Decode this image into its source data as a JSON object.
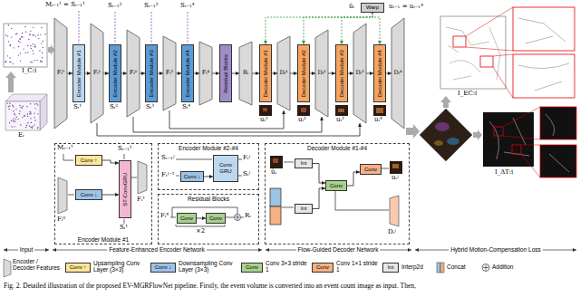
{
  "diagram": {
    "caption": "Fig. 2. Detailed illustration of the proposed EV-MGRFlowNet pipeline. Firstly, the event volume is converted into an event count image as input. Then,",
    "nodes": [
      {
        "text": [
          "Fᵢ⁰"
        ]
      },
      {
        "text": [
          "Encoder Module #1"
        ]
      },
      {
        "text": [
          "Fᵢ¹"
        ]
      },
      {
        "text": [
          "Encoder Module #2"
        ]
      },
      {
        "text": [
          "Fᵢ²"
        ]
      },
      {
        "text": [
          "Encoder Module #3"
        ]
      },
      {
        "text": [
          "Fᵢ³"
        ]
      },
      {
        "text": [
          "Encoder Module #4"
        ]
      },
      {
        "text": [
          "Fᵢ⁴"
        ]
      },
      {
        "text": [
          "Residual Blocks"
        ]
      },
      {
        "text": [
          "Rᵢ"
        ]
      },
      {
        "text": [
          "Decoder Module #1"
        ]
      },
      {
        "text": [
          "Dᵢ¹"
        ]
      },
      {
        "text": [
          "Decoder Module #2"
        ]
      },
      {
        "text": [
          "Dᵢ²"
        ]
      },
      {
        "text": [
          "Decoder Module #3"
        ]
      },
      {
        "text": [
          "Dᵢ³"
        ]
      },
      {
        "text": [
          "Decoder Module #4"
        ]
      },
      {
        "text": [
          "Dᵢ⁴"
        ]
      },
      {
        "text": [
          "Encoder Module #1"
        ]
      },
      {
        "text": [
          "Conv ↑"
        ],
        "in": 19
      },
      {
        "text": [
          "Conv ↓"
        ],
        "in": 19
      },
      {
        "text": [
          "ST-ConvGRU"
        ],
        "in": 19
      },
      {
        "text": [
          "Encoder Module #2-#4"
        ]
      },
      {
        "text": [
          "Conv ↓"
        ],
        "in": 23
      },
      {
        "text": [
          "Conv GRU"
        ],
        "in": 23
      },
      {
        "text": [
          "Residual Blocks"
        ]
      },
      {
        "text": [
          "Conv"
        ],
        "in": 26
      },
      {
        "text": [
          "Conv"
        ],
        "in": 26
      },
      {
        "text": [
          "Decoder Module #1-#4"
        ]
      },
      {
        "text": [
          "Int"
        ],
        "in": 29
      },
      {
        "text": [
          "Int"
        ],
        "in": 29
      },
      {
        "text": [
          "Conv"
        ],
        "in": 29
      },
      {
        "text": [
          "Conv"
        ],
        "in": 29
      },
      {
        "text": [
          "Warp"
        ]
      }
    ],
    "edges": [
      {
        "from": 0,
        "to": 1,
        "arrow": "to"
      },
      {
        "from": 1,
        "to": 2,
        "arrow": "to"
      },
      {
        "from": 2,
        "to": 3,
        "arrow": "to"
      },
      {
        "from": 3,
        "to": 4,
        "arrow": "to"
      },
      {
        "from": 4,
        "to": 5,
        "arrow": "to"
      },
      {
        "from": 5,
        "to": 6,
        "arrow": "to"
      },
      {
        "from": 6,
        "to": 7,
        "arrow": "to"
      },
      {
        "from": 7,
        "to": 8,
        "arrow": "to"
      },
      {
        "from": 8,
        "to": 9,
        "arrow": "to"
      },
      {
        "from": 9,
        "to": 10,
        "arrow": "to"
      },
      {
        "from": 10,
        "to": 11,
        "arrow": "to"
      },
      {
        "from": 11,
        "to": 12,
        "arrow": "to"
      },
      {
        "from": 12,
        "to": 13,
        "arrow": "to"
      },
      {
        "from": 13,
        "to": 14,
        "arrow": "to"
      },
      {
        "from": 14,
        "to": 15,
        "arrow": "to"
      },
      {
        "from": 15,
        "to": 16,
        "arrow": "to"
      },
      {
        "from": 16,
        "to": 17,
        "arrow": "to"
      },
      {
        "from": 17,
        "to": 18,
        "arrow": "to"
      },
      {
        "from": 34,
        "to": 11,
        "arrow": "to"
      },
      {
        "from": 34,
        "to": 13,
        "arrow": "to"
      },
      {
        "from": 34,
        "to": 15,
        "arrow": "to"
      },
      {
        "from": 34,
        "to": 17,
        "arrow": "to"
      },
      {
        "from": 2,
        "to": 16,
        "arrow": "to"
      },
      {
        "from": 4,
        "to": 14,
        "arrow": "to"
      },
      {
        "from": 6,
        "to": 12,
        "arrow": "to"
      },
      {
        "from": 20,
        "to": 22,
        "arrow": "to"
      },
      {
        "from": 21,
        "to": 22,
        "arrow": "to"
      },
      {
        "from": 24,
        "to": 25,
        "arrow": "to"
      },
      {
        "from": 27,
        "to": 28,
        "arrow": "to"
      },
      {
        "from": 30,
        "to": 32,
        "arrow": "to"
      },
      {
        "from": 31,
        "to": 32,
        "arrow": "to"
      },
      {
        "from": 32,
        "to": 33,
        "arrow": "to"
      }
    ],
    "labels": [
      "Mᵢ₋₁¹ = Sᵢ₋₁¹",
      "Sᵢ₋₁²",
      "Sᵢ₋₁³",
      "Sᵢ₋₁⁴",
      "Sᵢ¹",
      "Sᵢ²",
      "Sᵢ³",
      "Sᵢ⁴",
      "uᵢ¹",
      "uᵢ²",
      "uᵢ³",
      "uᵢ⁴",
      "ūᵢ",
      "uᵢ₋₁ = uᵢ₋₁⁴",
      "I_C:i",
      "Eᵢ",
      "I_EC:i",
      "I_ΔT:i",
      "Mᵢ₋₁¹",
      "Sᵢ₋₁¹",
      "Fᵢ⁰",
      "Fᵢ¹",
      "Sᵢ¹",
      "Sᵢ₋₁ʲ",
      "Fᵢʲ⁻¹",
      "Fᵢʲ",
      "Sᵢʲ",
      "Fᵢ⁴",
      "×2",
      "Rᵢ",
      "ūᵢ",
      "uᵢʲ",
      "Dᵢʲ",
      "Input",
      "Feature-Enhanced Encoder Network",
      "Flow-Guided Decoder Network",
      "Hybrid Motion-Compensation Loss",
      "Conv ↑",
      "Conv ↓",
      "Conv",
      "Conv",
      "Int"
    ],
    "legend": [
      {
        "text": "Encoder / Decoder Features"
      },
      {
        "text": "Upsampling Conv Layer (3×3)",
        "color": "#ffe699"
      },
      {
        "text": "Downsampling Conv Layer (3×3)",
        "color": "#9dc3e6"
      },
      {
        "text": "Conv 3×3 stride 1",
        "color": "#a9d18e"
      },
      {
        "text": "Conv 1×1 stride 1",
        "color": "#f4b183"
      },
      {
        "text": "Interp2d",
        "color": "#e7e6e6"
      },
      {
        "text": "Concat"
      },
      {
        "text": "Addition"
      }
    ]
  }
}
